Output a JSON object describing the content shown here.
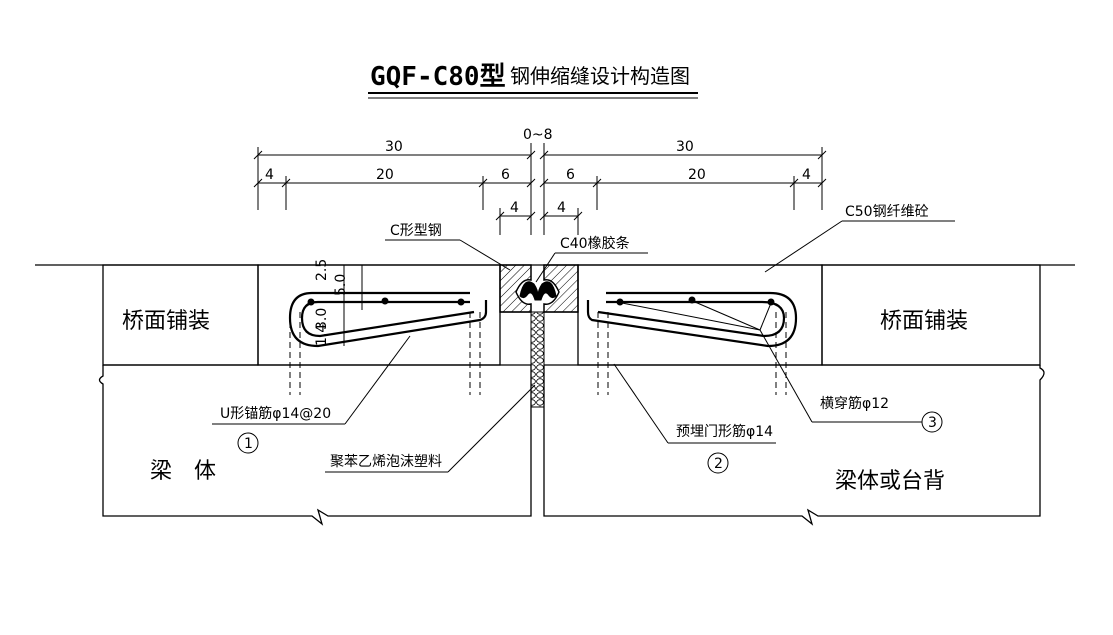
{
  "title": {
    "main": "GQF-C80型",
    "sub": "钢伸缩缝设计构造图"
  },
  "dimensions": {
    "gap": "0~8",
    "left_total": "30",
    "right_total": "30",
    "left_segments": [
      "4",
      "20",
      "6"
    ],
    "right_segments": [
      "6",
      "20",
      "4"
    ],
    "small_left": "4",
    "small_right": "4",
    "vertical_top": "2.5",
    "vertical_mid": "5.0",
    "vertical_bot": "1.4",
    "vertical_bot2": "3.0"
  },
  "labels": {
    "c_steel": "C形型钢",
    "rubber": "C40橡胶条",
    "concrete": "C50钢纤维砼",
    "deck_left": "桥面铺装",
    "deck_right": "桥面铺装",
    "u_anchor": "U形锚筋φ14@20",
    "foam": "聚苯乙烯泡沫塑料",
    "embedded": "预埋门形筋φ14",
    "cross_bar": "横穿筋φ12",
    "beam_left": "梁　体",
    "beam_right": "梁体或台背"
  },
  "callouts": {
    "one": "1",
    "two": "2",
    "three": "3"
  },
  "colors": {
    "ink": "#000000",
    "paper": "#ffffff"
  }
}
